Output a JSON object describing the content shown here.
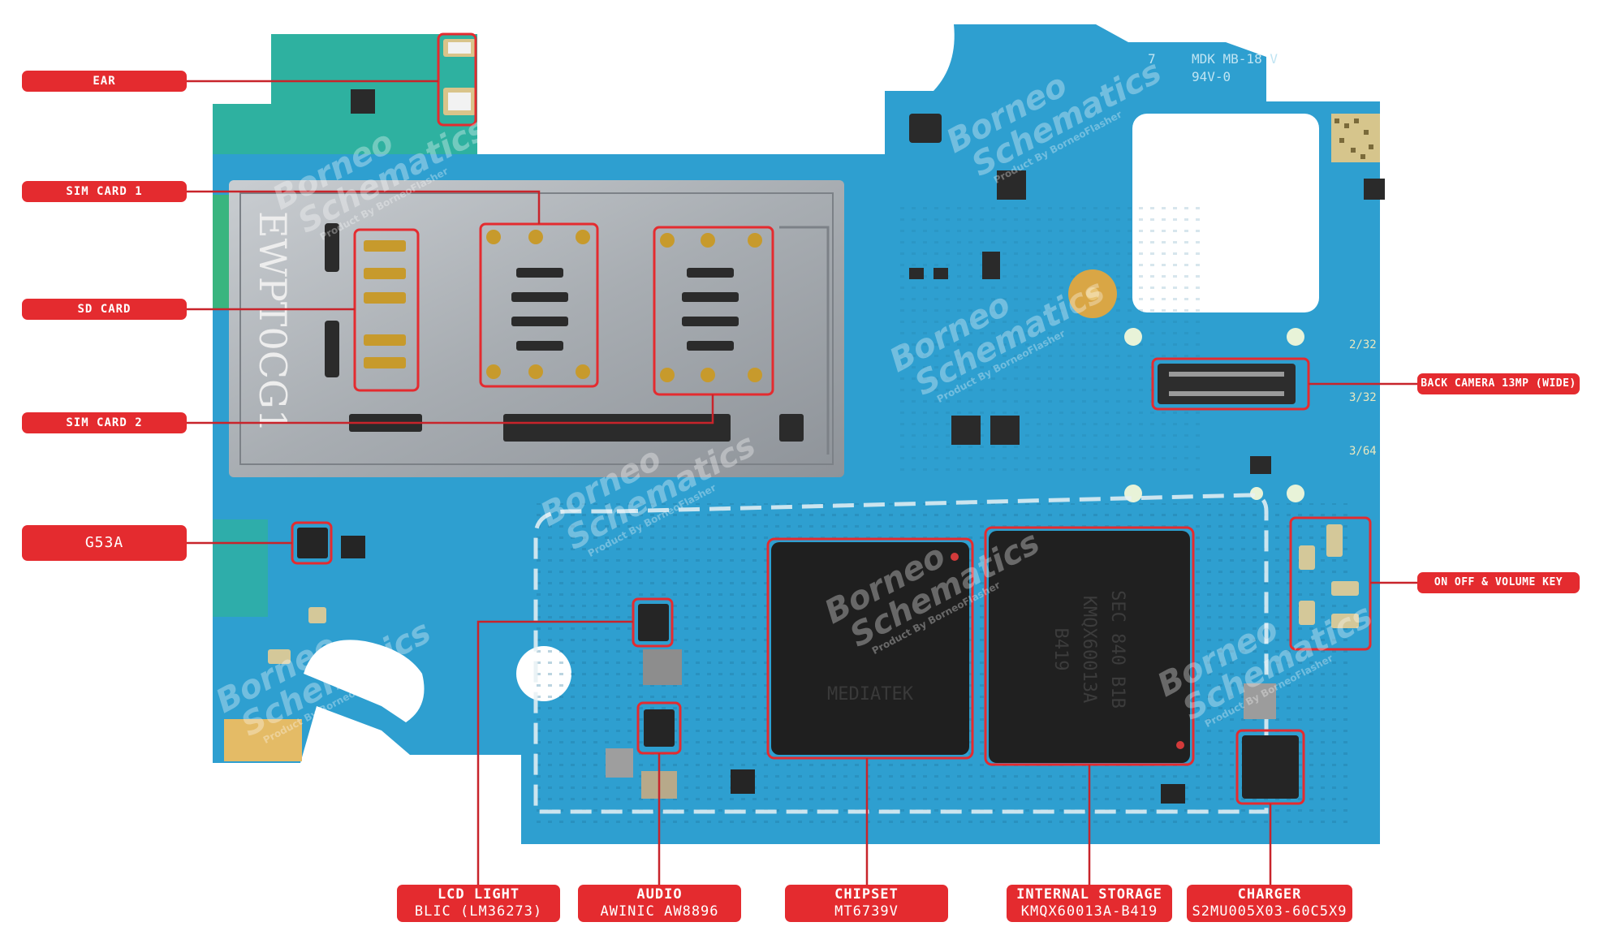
{
  "labels": {
    "ear": "EAR",
    "sim1": "SIM CARD 1",
    "sd": "SD CARD",
    "sim2": "SIM CARD 2",
    "g53a": "G53A",
    "back_camera": "BACK CAMERA 13MP (WIDE)",
    "on_off": "ON OFF & VOLUME KEY",
    "lcd_light": {
      "title": "LCD LIGHT",
      "part": "BLIC (LM36273)"
    },
    "audio": {
      "title": "AUDIO",
      "part": "AWINIC AW8896"
    },
    "chipset": {
      "title": "CHIPSET",
      "part": "MT6739V"
    },
    "storage": {
      "title": "INTERNAL STORAGE",
      "part": "KMQX60013A-B419"
    },
    "charger": {
      "title": "CHARGER",
      "part": "S2MU005X03-60C5X9"
    }
  },
  "board_text": {
    "silk_top": "MDK MB-18 V",
    "silk_top2": "94V-0",
    "silk_7": "7",
    "tray": "EWPT0CG1",
    "cap1": "2/32",
    "cap2": "3/32",
    "cap3": "3/64",
    "emmc1": "SEC 840 B1B",
    "emmc2": "KMQX60013A",
    "emmc3": "B419",
    "soc": "MEDIATEK"
  },
  "watermark": {
    "line1": "Borneo",
    "line2": "Schematics",
    "line3": "Product By BorneoFlasher"
  },
  "colors": {
    "board": "#2e9fd0",
    "label": "#e42b2f",
    "leader": "#c8242b"
  }
}
